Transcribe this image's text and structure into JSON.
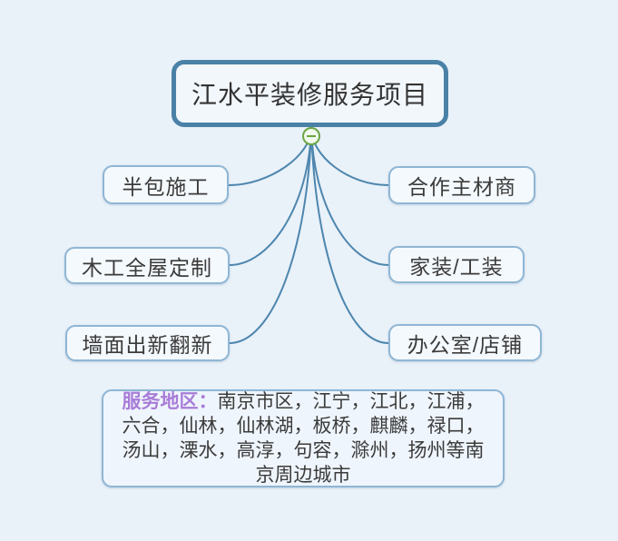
{
  "root": {
    "label": "江水平装修服务项目"
  },
  "collapse_button": {
    "icon": "minus-in-circle",
    "state": "expanded"
  },
  "branches": {
    "left": [
      {
        "label": "半包施工"
      },
      {
        "label": "木工全屋定制"
      },
      {
        "label": "墙面出新翻新"
      }
    ],
    "right": [
      {
        "label": "合作主材商"
      },
      {
        "label": "家装/工装"
      },
      {
        "label": "办公室/店铺"
      }
    ]
  },
  "footer": {
    "label": "服务地区：",
    "text": "南京市区，江宁，江北，江浦，六合，仙林，仙林湖，板桥，麒麟，禄口，汤山，溧水，高淳，句容，滁州，扬州等南京周边城市"
  },
  "colors": {
    "background": "#e9f1f9",
    "root_border": "#4a81a6",
    "topic_border": "#8fb6d4",
    "connector_line": "#4d86ae",
    "collapse_green": "#6aa644",
    "area_label_purple": "#a87cd8",
    "text": "#3b3b3b"
  }
}
